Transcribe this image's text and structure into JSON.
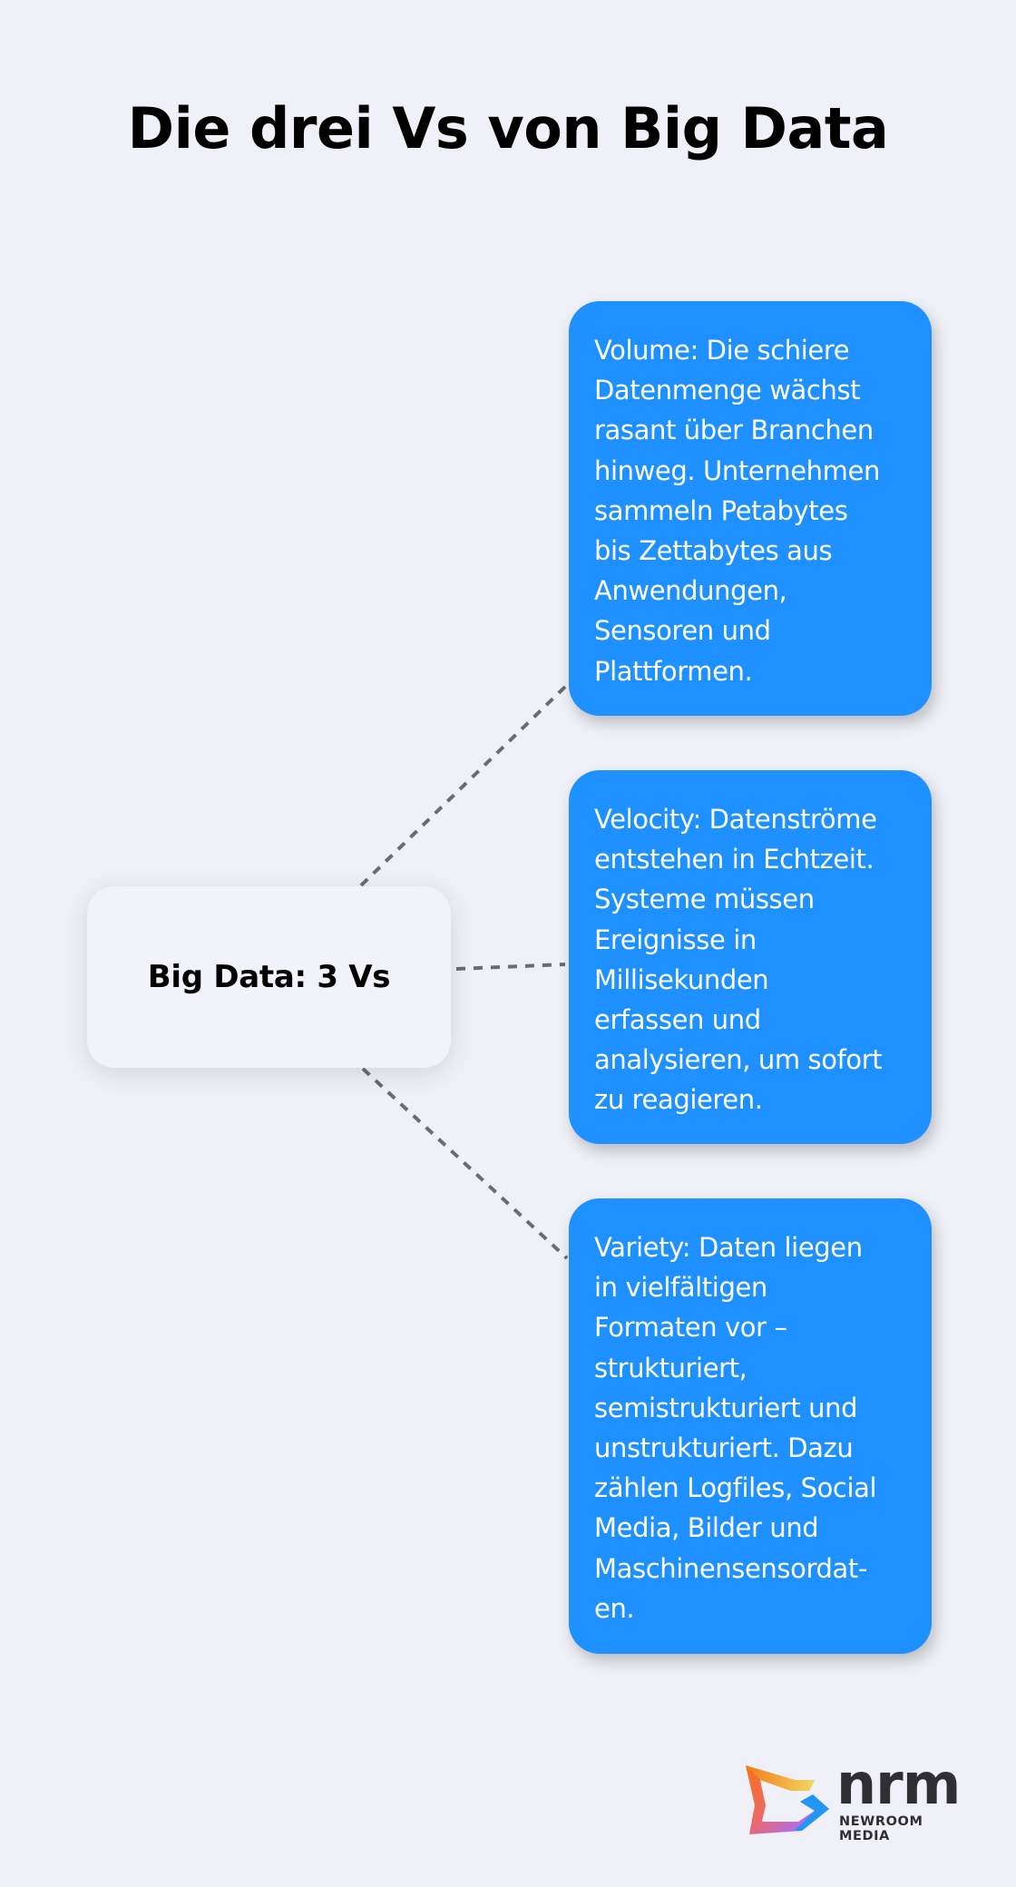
{
  "title": "Die drei Vs von Big Data",
  "center_node": {
    "label": "Big Data: 3 Vs"
  },
  "nodes": [
    {
      "key": "volume",
      "text": "Volume: Die schiere\nDatenmenge wächst\nrasant über Branchen\nhinweg. Unternehmen\nsammeln Petabytes\nbis Zettabytes aus\nAnwendungen,\nSensoren und\nPlattformen."
    },
    {
      "key": "velocity",
      "text": "Velocity: Datenströme\nentstehen in Echtzeit.\nSysteme müssen\nEreignisse in\nMillisekunden\nerfassen und\nanalysieren, um sofort\nzu reagieren."
    },
    {
      "key": "variety",
      "text": "Variety: Daten liegen\nin vielfältigen\nFormaten vor –\nstrukturiert,\nsemistrukturiert und\nunstrukturiert. Dazu\nzählen Logfiles, Social\nMedia, Bilder und\nMaschinensensordat-\nen."
    }
  ],
  "edges": [
    {
      "from": "Big Data: 3 Vs",
      "to": "Volume",
      "style": "dashed"
    },
    {
      "from": "Big Data: 3 Vs",
      "to": "Velocity",
      "style": "dashed"
    },
    {
      "from": "Big Data: 3 Vs",
      "to": "Variety",
      "style": "dashed"
    }
  ],
  "logo": {
    "wordmark": "nrm",
    "tagline": "NEWROOM MEDIA"
  },
  "colors": {
    "background": "#F0F0F8",
    "node_fill": "#1E90FF",
    "center_fill": "#F2F2FA",
    "connector": "#6B6B70",
    "text_dark": "#000000",
    "text_light": "#FFFFFF"
  }
}
